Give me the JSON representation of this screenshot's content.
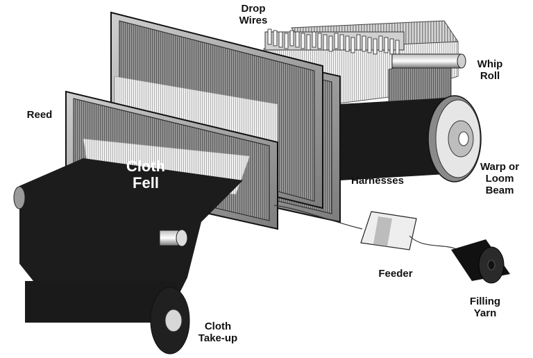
{
  "diagram": {
    "labels": {
      "drop_wires": [
        "Drop",
        "Wires"
      ],
      "whip_roll": [
        "Whip",
        "Roll"
      ],
      "reed": "Reed",
      "cloth_fell": [
        "Cloth",
        "Fell"
      ],
      "harnesses": "Harnesses",
      "warp_beam": [
        "Warp or",
        "Loom",
        "Beam"
      ],
      "feeder": "Feeder",
      "filling_yarn": [
        "Filling",
        "Yarn"
      ],
      "cloth_takeup": [
        "Cloth",
        "Take-up"
      ]
    }
  }
}
